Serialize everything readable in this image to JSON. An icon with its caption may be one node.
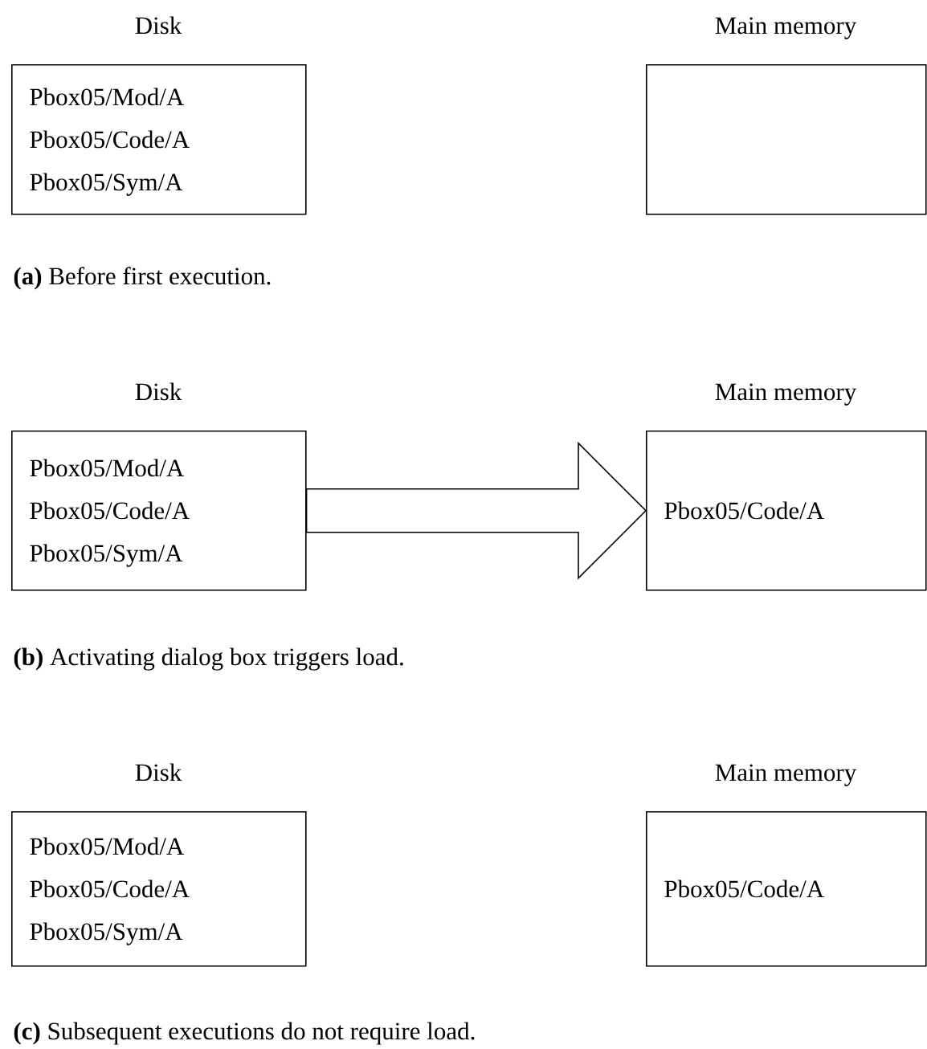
{
  "diagram": {
    "nodes": [
      {
        "text": [
          "Disk",
          "Pbox05/Mod/A",
          "Pbox05/Code/A",
          "Pbox05/Sym/A"
        ]
      },
      {
        "text": [
          "Main memory"
        ]
      },
      {
        "text": [
          "Disk",
          "Pbox05/Mod/A",
          "Pbox05/Code/A",
          "Pbox05/Sym/A"
        ]
      },
      {
        "text": [
          "Main memory",
          "Pbox05/Code/A"
        ]
      },
      {
        "text": [
          "Disk",
          "Pbox05/Mod/A",
          "Pbox05/Code/A",
          "Pbox05/Sym/A"
        ]
      },
      {
        "text": [
          "Main memory",
          "Pbox05/Code/A"
        ]
      }
    ],
    "edges": [
      {
        "from": 2,
        "to": 3,
        "arrow": "to"
      }
    ],
    "labels": [
      "**(a)** Before first execution.",
      "**(b)** Activating dialog box triggers load.",
      "**(c)** Subsequent executions do not require load."
    ]
  }
}
